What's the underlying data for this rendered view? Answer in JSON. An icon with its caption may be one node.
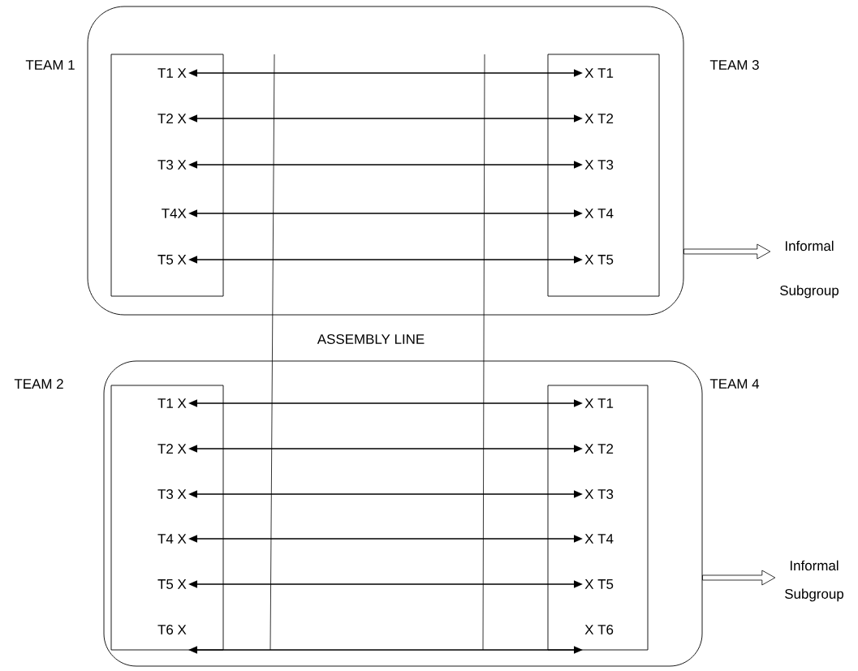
{
  "diagram": {
    "nodes": [
      {
        "text": [],
        "shape": "box"
      },
      {
        "text": [],
        "shape": "box",
        "in": 0
      },
      {
        "text": [
          "T1 X"
        ],
        "in": 1
      },
      {
        "text": [
          "T2 X"
        ],
        "in": 1
      },
      {
        "text": [
          "T3 X"
        ],
        "in": 1
      },
      {
        "text": [
          "T4X"
        ],
        "in": 1
      },
      {
        "text": [
          "T5 X"
        ],
        "in": 1
      },
      {
        "text": [],
        "shape": "box",
        "in": 0
      },
      {
        "text": [
          "X T1"
        ],
        "in": 7
      },
      {
        "text": [
          "X T2"
        ],
        "in": 7
      },
      {
        "text": [
          "X T3"
        ],
        "in": 7
      },
      {
        "text": [
          "X T4"
        ],
        "in": 7
      },
      {
        "text": [
          "X T5"
        ],
        "in": 7
      },
      {
        "text": [
          "Informal Subgroup"
        ]
      },
      {
        "text": [],
        "shape": "box"
      },
      {
        "text": [],
        "shape": "box",
        "in": 14
      },
      {
        "text": [
          "T1 X"
        ],
        "in": 15
      },
      {
        "text": [
          "T2 X"
        ],
        "in": 15
      },
      {
        "text": [
          "T3 X"
        ],
        "in": 15
      },
      {
        "text": [
          "T4 X"
        ],
        "in": 15
      },
      {
        "text": [
          "T5 X"
        ],
        "in": 15
      },
      {
        "text": [
          "T6 X"
        ],
        "in": 15
      },
      {
        "text": [],
        "shape": "box",
        "in": 14
      },
      {
        "text": [
          "X T1"
        ],
        "in": 22
      },
      {
        "text": [
          "X T2"
        ],
        "in": 22
      },
      {
        "text": [
          "X T3"
        ],
        "in": 22
      },
      {
        "text": [
          "X T4"
        ],
        "in": 22
      },
      {
        "text": [
          "X T5"
        ],
        "in": 22
      },
      {
        "text": [
          "X T6"
        ],
        "in": 22
      },
      {
        "text": [
          "Informal Subgroup"
        ]
      }
    ],
    "edges": [
      {
        "from": 2,
        "to": 8,
        "arrow": "both"
      },
      {
        "from": 3,
        "to": 9,
        "arrow": "both"
      },
      {
        "from": 4,
        "to": 10,
        "arrow": "both"
      },
      {
        "from": 5,
        "to": 11,
        "arrow": "both"
      },
      {
        "from": 6,
        "to": 12,
        "arrow": "both"
      },
      {
        "from": 0,
        "to": 13,
        "arrow": "to"
      },
      {
        "from": 16,
        "to": 23,
        "arrow": "both"
      },
      {
        "from": 17,
        "to": 24,
        "arrow": "both"
      },
      {
        "from": 18,
        "to": 25,
        "arrow": "both"
      },
      {
        "from": 19,
        "to": 26,
        "arrow": "both"
      },
      {
        "from": 20,
        "to": 27,
        "arrow": "both"
      },
      {
        "from": 21,
        "to": 28,
        "arrow": "both"
      },
      {
        "from": 14,
        "to": 29,
        "arrow": "to"
      }
    ],
    "labels": [
      "TEAM 1",
      "TEAM 3",
      "ASSEMBLY LINE",
      "TEAM 2",
      "TEAM 4"
    ]
  }
}
